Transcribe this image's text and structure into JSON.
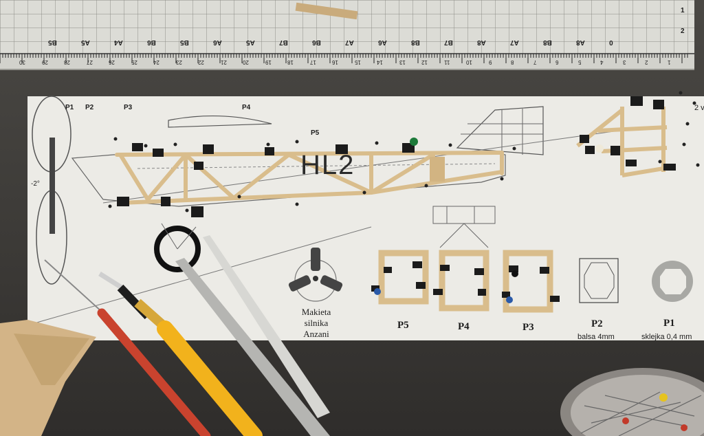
{
  "ruler": {
    "top_marks": [
      "B5",
      "A5",
      "A4",
      "B6",
      "B5",
      "A6",
      "A5",
      "B7",
      "B6",
      "A7",
      "A6",
      "B8",
      "B7",
      "A8",
      "A7",
      "B8",
      "A8",
      "0"
    ],
    "bottom_numbers": [
      "30",
      "29",
      "28",
      "27",
      "26",
      "25",
      "24",
      "23",
      "22",
      "21",
      "20",
      "19",
      "18",
      "17",
      "16",
      "15",
      "14",
      "13",
      "12",
      "11",
      "10",
      "9",
      "8",
      "7",
      "6",
      "5",
      "4",
      "3",
      "2",
      "1"
    ],
    "right_numbers": [
      "1",
      "2"
    ]
  },
  "plan": {
    "frame_labels": {
      "p1": "P1",
      "p2": "P2",
      "p3": "P3",
      "p4": "P4",
      "p5": "P5"
    },
    "registration": "HL2",
    "angle": "-2°",
    "corner_text": "2 v",
    "engine_caption": {
      "line1": "Makieta",
      "line2": "silnika",
      "line3": "Anzani"
    },
    "frames_bottom": [
      {
        "label": "P5",
        "caption": ""
      },
      {
        "label": "P4",
        "caption": ""
      },
      {
        "label": "P3",
        "caption": ""
      },
      {
        "label": "P2",
        "caption": "balsa 4mm"
      },
      {
        "label": "P1",
        "caption": "sklejka 0,4 mm"
      }
    ]
  },
  "colors": {
    "mat": "#3a3835",
    "paper": "#ecebe6",
    "balsa": "#d8bc8c",
    "clip": "#1b1b1b",
    "knife_yellow": "#f2b21c",
    "knife_red": "#c9432e"
  }
}
